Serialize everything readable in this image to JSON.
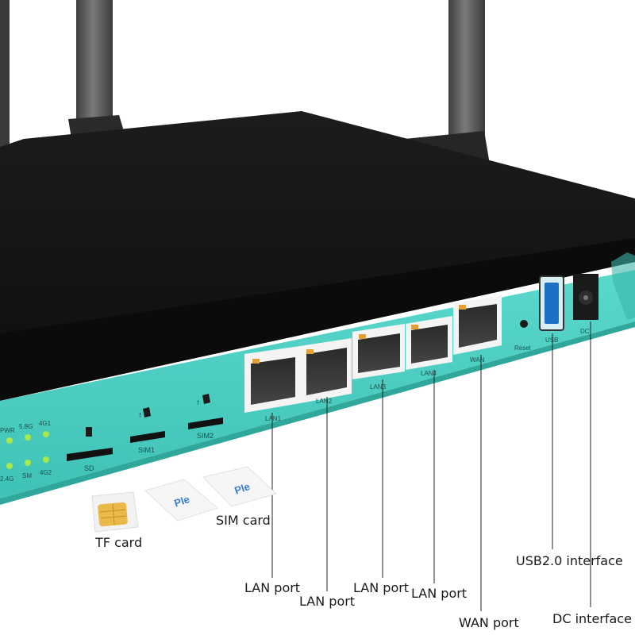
{
  "panel": {
    "led_labels": [
      "PWR",
      "5.8G",
      "4G1",
      "2.4G",
      "SM",
      "4G2"
    ],
    "slot_labels": {
      "sd": "SD",
      "sim1": "SIM1",
      "sim2": "SIM2"
    },
    "port_labels": [
      "LAN1",
      "LAN2",
      "LAN3",
      "LAN4",
      "WAN"
    ],
    "reset_label": "Reset",
    "usb_label": "USB",
    "dc_label": "DC"
  },
  "cards": {
    "sim_brand": "Ple"
  },
  "callouts": {
    "tf_card": "TF card",
    "sim_card": "SIM card",
    "lan1": "LAN port",
    "lan2": "LAN port",
    "lan3": "LAN port",
    "lan4": "LAN port",
    "wan": "WAN port",
    "usb": "USB2.0 interface",
    "dc": "DC interface"
  },
  "colors": {
    "body": "#141414",
    "panel": "#4fd0c4",
    "led": "#a8e84a",
    "antenna": "#5f5f5f",
    "sim_card": "#f4f4f4",
    "tf_chip": "#e9b94a"
  }
}
